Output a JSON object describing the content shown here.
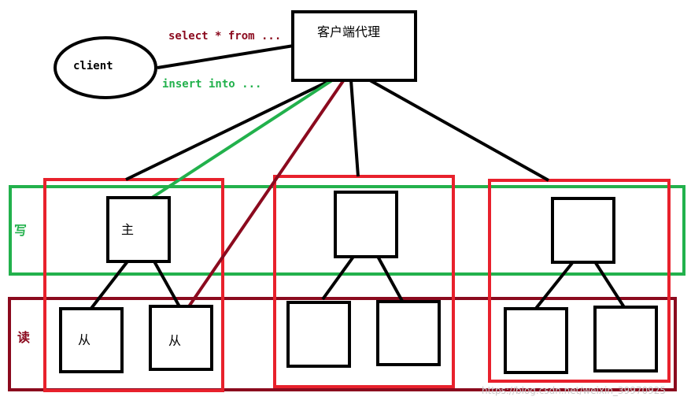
{
  "labels": {
    "client": "client",
    "proxy": "客户端代理",
    "select_query": "select * from ...",
    "insert_query": "insert into ...",
    "write_row": "写",
    "read_row": "读",
    "master": "主",
    "slave1": "从",
    "slave2": "从"
  },
  "watermark": "https://blog.csdn.net/weixin_39970925",
  "colors": {
    "black": "#000000",
    "red": "#e8212c",
    "green": "#22b14c",
    "dark_red": "#8b0a1e"
  }
}
